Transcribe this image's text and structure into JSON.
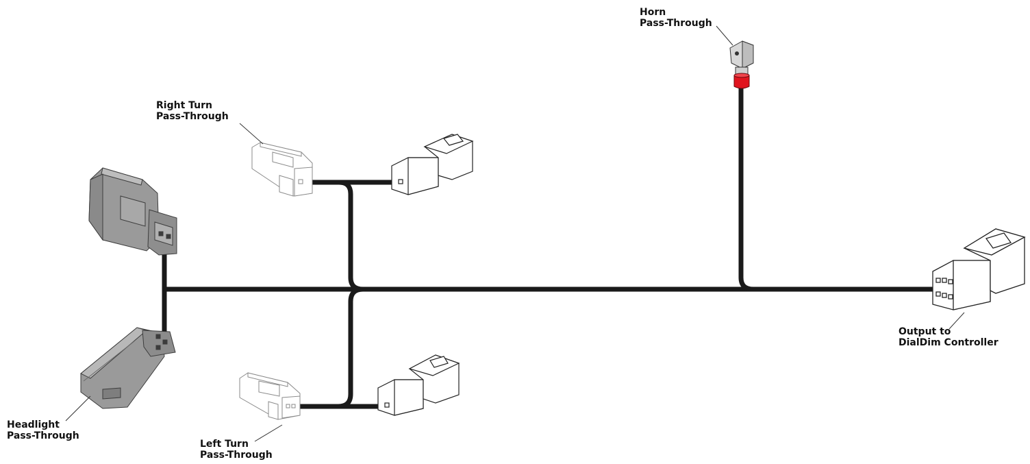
{
  "labels": {
    "horn": {
      "line1": "Horn",
      "line2": "Pass-Through"
    },
    "right_turn": {
      "line1": "Right Turn",
      "line2": "Pass-Through"
    },
    "left_turn": {
      "line1": "Left Turn",
      "line2": "Pass-Through"
    },
    "headlight": {
      "line1": "Headlight",
      "line2": "Pass-Through"
    },
    "output": {
      "line1": "Output to",
      "line2": "DialDim Controller"
    }
  },
  "colors": {
    "wire": "#1a1a1a",
    "headlight_connector": "#9a9a9a",
    "horn_terminal": "#e0141e",
    "connector_outline": "#555555"
  }
}
